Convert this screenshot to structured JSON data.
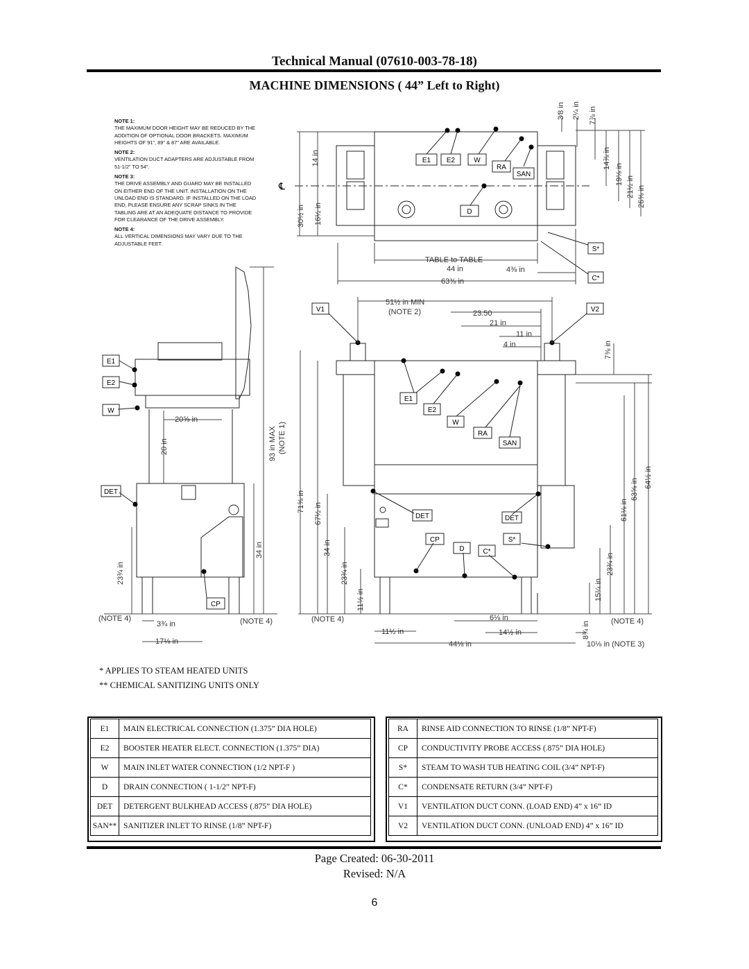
{
  "header": {
    "title": "Technical Manual (07610-003-78-18)",
    "section_title": "MACHINE DIMENSIONS ( 44” Left to Right)"
  },
  "notes": [
    {
      "heading": "NOTE 1:",
      "text": "THE MAXIMUM DOOR HEIGHT MAY BE REDUCED BY THE ADDITION OF OPTIONAL DOOR BRACKETS. MAXIMUM HEIGHTS OF 91\", 89\" & 87\" ARE AVAILABLE."
    },
    {
      "heading": "NOTE 2:",
      "text": "VENTILATION DUCT ADAPTERS ARE ADJUSTABLE FROM 51-1/2\" TO 54\"."
    },
    {
      "heading": "NOTE 3:",
      "text": "THE DRIVE ASSEMBLY AND GUARD MAY BE INSTALLED ON EITHER END OF THE UNIT. INSTALLATION ON THE UNLOAD END IS STANDARD. IF INSTALLED ON THE LOAD END, PLEASE ENSURE ANY SCRAP SINKS IN THE TABLING ARE AT AN ADEQUATE DISTANCE TO PROVIDE FOR CLEARANCE OF THE DRIVE ASSEMBLY."
    },
    {
      "heading": "NOTE 4:",
      "text": "ALL VERTICAL DIMENSIONS MAY VARY DUE TO THE ADJUSTABLE FEET."
    }
  ],
  "drawing_labels": {
    "top_view": {
      "e1": "E1",
      "e2": "E2",
      "w": "W",
      "ra": "RA",
      "san": "SAN",
      "d": "D",
      "s": "S*",
      "c": "C*",
      "cl": "℄",
      "dim_14": "14 in",
      "dim_30": "30½ in",
      "dim_16": "16½ in",
      "dim_3_8": "3⁄8 in",
      "dim_2_1_4": "2¼ in",
      "dim_7_7_8": "7⅞ in",
      "dim_14_7_8": "14⅞ in",
      "dim_19_1_8": "19⅛ in",
      "dim_21_1_2": "21½ in",
      "dim_26_5_8": "26⅝ in",
      "table_to_table": "TABLE to TABLE",
      "dim_44": "44 in",
      "dim_4_3_8": "4⅜ in",
      "dim_63_3_8": "63⅜ in"
    },
    "side_view": {
      "e1": "E1",
      "e2": "E2",
      "w": "W",
      "det": "DET",
      "cp": "CP",
      "dim_20_5_8": "20⅝ in",
      "dim_20": "20 in",
      "dim_93": "93 in MAX",
      "dim_93_note": "(NOTE 1)",
      "dim_34": "34 in",
      "dim_23_3_4": "23¾ in",
      "note4_left": "(NOTE 4)",
      "note4_right": "(NOTE 4)",
      "dim_3_3_4": "3¾ in",
      "dim_17_1_8": "17⅛ in"
    },
    "front_view": {
      "v1": "V1",
      "v2": "V2",
      "dim_51_1_2": "51½ in MIN",
      "note2": "(NOTE 2)",
      "dim_23_50": "23.50",
      "dim_21": "21 in",
      "dim_11": "11 in",
      "dim_4": "4 in",
      "dim_7_3_8": "7⅜ in",
      "e1": "E1",
      "e2": "E2",
      "w": "W",
      "ra": "RA",
      "san": "SAN",
      "det_left": "DET",
      "det_right": "DET",
      "cp": "CP",
      "d": "D",
      "s": "S*",
      "c": "C*",
      "dim_71_5_8": "71⅝ in",
      "dim_67_1_2": "67½ in",
      "dim_34": "34 in",
      "dim_23_3_4": "23¾ in",
      "dim_11_1_2_v": "11½ in",
      "note4_left": "(NOTE 4)",
      "note4_right": "(NOTE 4)",
      "dim_6_1_8": "6⅛ in",
      "dim_11_1_2": "11½ in",
      "dim_14_1_2": "14½ in",
      "dim_44_1_8": "44⅛ in",
      "dim_8_3_4": "8¾ in",
      "dim_10_1_8": "10⅛ in (NOTE 3)",
      "dim_64_1_2": "64½ in",
      "dim_63_5_8": "63⅝ in",
      "dim_61_1_8": "61⅛ in",
      "dim_23_3_4_r": "23¾ in",
      "dim_15_1_4": "15¼ in"
    }
  },
  "footnotes": [
    "*  APPLIES TO STEAM HEATED UNITS",
    "** CHEMICAL SANITIZING UNITS ONLY"
  ],
  "legend_left": [
    {
      "code": "E1",
      "desc": "MAIN ELECTRICAL CONNECTION  (1.375” DIA HOLE)"
    },
    {
      "code": "E2",
      "desc": "BOOSTER HEATER ELECT. CONNECTION (1.375” DIA)"
    },
    {
      "code": "W",
      "desc": "MAIN INLET WATER CONNECTION  (1/2 NPT-F )"
    },
    {
      "code": "D",
      "desc": "DRAIN CONNECTION  ( 1-1/2”  NPT-F)"
    },
    {
      "code": "DET",
      "desc": "DETERGENT BULKHEAD ACCESS (.875” DIA HOLE)"
    },
    {
      "code": "SAN**",
      "desc": "SANITIZER INLET TO RINSE  (1/8” NPT-F)"
    }
  ],
  "legend_right": [
    {
      "code": "RA",
      "desc": "RINSE AID CONNECTION TO RINSE (1/8” NPT-F)"
    },
    {
      "code": "CP",
      "desc": "CONDUCTIVITY PROBE ACCESS (.875” DIA HOLE)"
    },
    {
      "code": "S*",
      "desc": "STEAM TO WASH TUB  HEATING COIL  (3/4” NPT-F)"
    },
    {
      "code": "C*",
      "desc": "CONDENSATE  RETURN  (3/4” NPT-F)"
    },
    {
      "code": "V1",
      "desc": "VENTILATION DUCT CONN.  (LOAD END)  4” x 16” ID"
    },
    {
      "code": "V2",
      "desc": "VENTILATION DUCT CONN.  (UNLOAD END) 4” x 16” ID"
    }
  ],
  "footer": {
    "page_created": "Page Created: 06-30-2011",
    "revised": "Revised: N/A",
    "page_number": "6"
  }
}
